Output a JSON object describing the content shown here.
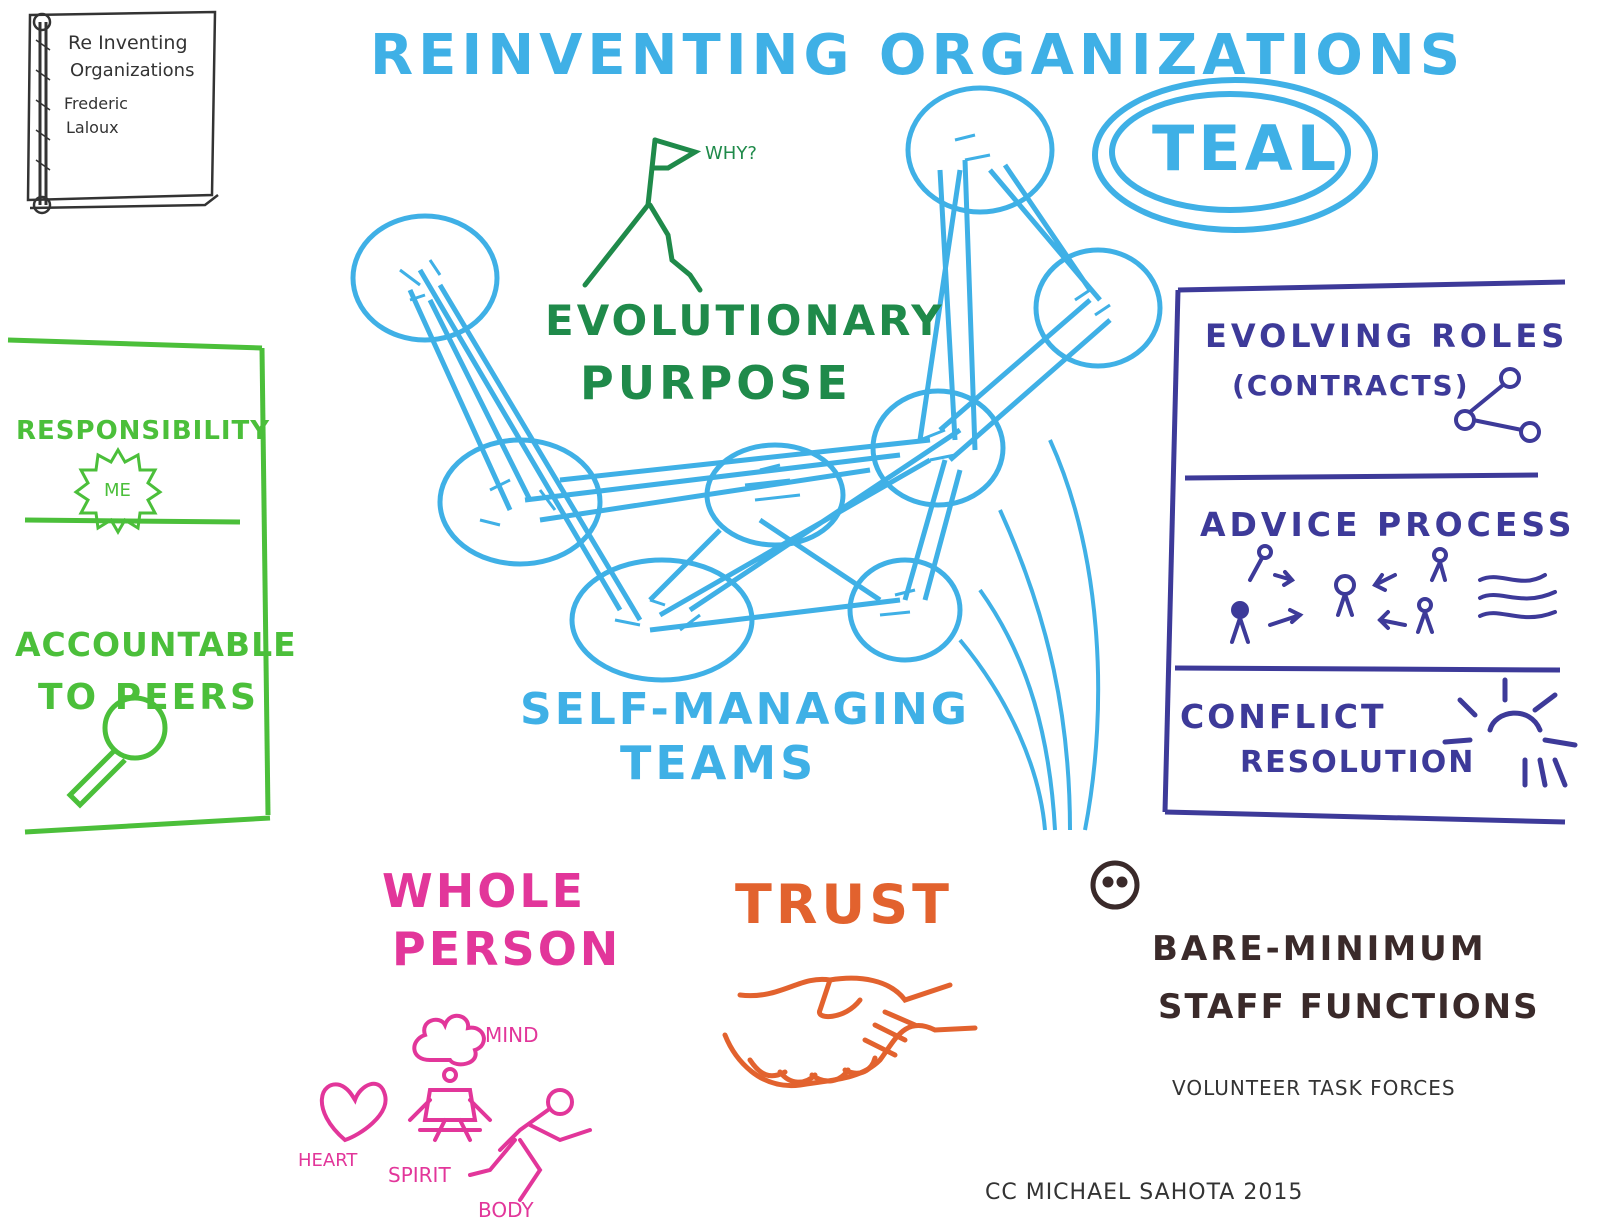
{
  "title": "REINVENTING ORGANIZATIONS",
  "book": {
    "line1": "Re Inventing",
    "line2": "Organizations",
    "author1": "Frederic",
    "author2": "Laloux"
  },
  "teal": "TEAL",
  "purpose": {
    "why": "WHY?",
    "line1": "EVOLUTIONARY",
    "line2": "PURPOSE"
  },
  "teams": {
    "line1": "SELF-MANAGING",
    "line2": "TEAMS"
  },
  "left_panel": {
    "responsibility": "RESPONSIBILITY",
    "me": "ME",
    "accountable1": "ACCOUNTABLE",
    "accountable2": "TO PEERS"
  },
  "right_panel": {
    "roles1": "EVOLVING ROLES",
    "roles2": "(CONTRACTS)",
    "advice": "ADVICE PROCESS",
    "conflict1": "CONFLICT",
    "conflict2": "RESOLUTION"
  },
  "whole_person": {
    "line1": "WHOLE",
    "line2": "PERSON",
    "mind": "MIND",
    "heart": "HEART",
    "spirit": "SPIRIT",
    "body": "BODY"
  },
  "trust": "TRUST",
  "staff": {
    "line1": "BARE-MINIMUM",
    "line2": "STAFF FUNCTIONS",
    "volunteer": "VOLUNTEER TASK FORCES"
  },
  "credit": "CC MICHAEL SAHOTA 2015",
  "colors": {
    "teal_blue": "#3fb0e6",
    "purpose_green": "#1f8a4a",
    "light_green": "#4bbf3a",
    "navy": "#3d3a99",
    "pink": "#e2369a",
    "orange": "#e2622e",
    "brown": "#3a2a2a"
  }
}
